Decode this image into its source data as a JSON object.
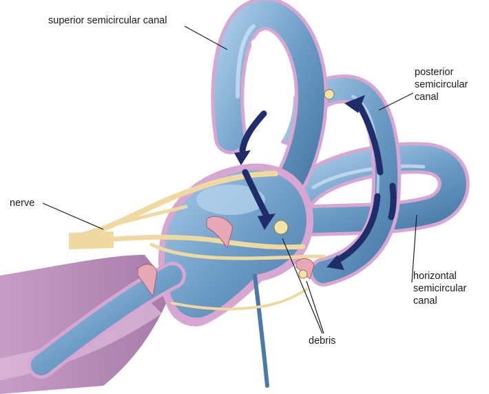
{
  "labels": {
    "superior": "superior semicircular canal",
    "nerve": "nerve",
    "posterior": [
      "posterior",
      "semicircular",
      "canal"
    ],
    "horizontal": [
      "horizontal",
      "semicircular",
      "canal"
    ],
    "debris": "debris"
  },
  "colors": {
    "canal_blue": "#6f9fc8",
    "canal_highlight": "#b9d6ee",
    "membrane_pink": "#d7a6d1",
    "tissue_purple": "#b88bb8",
    "nerve_yellow": "#efd9a0",
    "arrow_navy": "#1f2d6b"
  }
}
